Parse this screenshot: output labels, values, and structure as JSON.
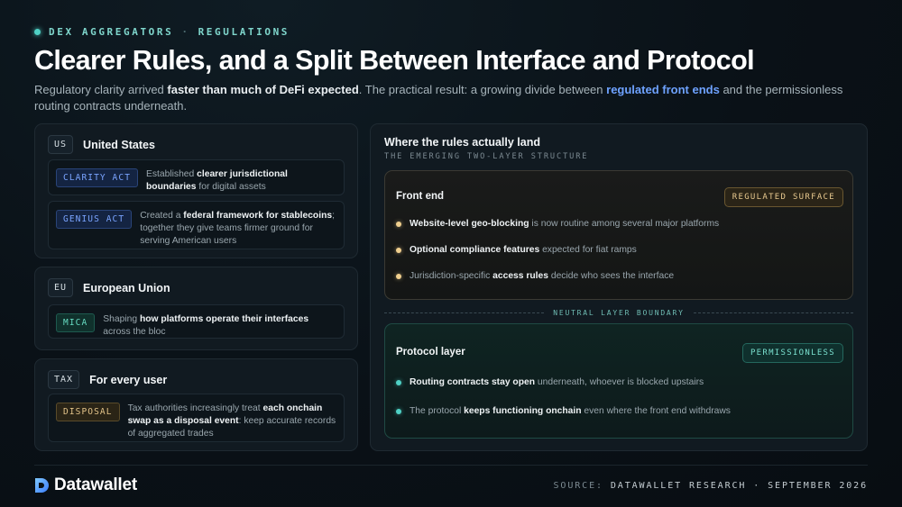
{
  "header": {
    "eyebrow_left": "DEX AGGREGATORS",
    "eyebrow_sep": "·",
    "eyebrow_right": "REGULATIONS",
    "title": "Clearer Rules, and a Split Between Interface and Protocol",
    "subtitle": {
      "p1": "Regulatory clarity arrived ",
      "b1": "faster than much of DeFi expected",
      "p2": ". The practical result: a growing divide between ",
      "hl": "regulated front ends",
      "p3": " and the permissionless routing contracts underneath."
    }
  },
  "regions": [
    {
      "code": "US",
      "name": "United States",
      "items": [
        {
          "tag": "CLARITY ACT",
          "p1": "Established ",
          "b1": "clearer jurisdictional boundaries",
          "p2": " for digital assets"
        },
        {
          "tag": "GENIUS ACT",
          "p1": "Created a ",
          "b1": "federal framework for stablecoins",
          "p2": "; together they give teams firmer ground for serving American users"
        }
      ]
    },
    {
      "code": "EU",
      "name": "European Union",
      "items": [
        {
          "tag": "MICA",
          "p1": "Shaping ",
          "b1": "how platforms operate their interfaces",
          "p2": " across the bloc"
        }
      ]
    },
    {
      "code": "TAX",
      "name": "For every user",
      "items": [
        {
          "tag": "DISPOSAL",
          "p1": "Tax authorities increasingly treat ",
          "b1": "each onchain swap as a disposal event",
          "p2": ": keep accurate records of aggregated trades"
        }
      ]
    }
  ],
  "right": {
    "title": "Where the rules actually land",
    "subtitle": "THE EMERGING TWO-LAYER STRUCTURE",
    "front": {
      "name": "Front end",
      "pill": "REGULATED SURFACE",
      "bullets": [
        {
          "p1": "",
          "b1": "Website-level geo-blocking",
          "p2": " is now routine among several major platforms"
        },
        {
          "p1": "",
          "b1": "Optional compliance features",
          "p2": " expected for fiat ramps"
        },
        {
          "p1": "Jurisdiction-specific ",
          "b1": "access rules",
          "p2": " decide who sees the interface"
        }
      ]
    },
    "boundary": "NEUTRAL LAYER BOUNDARY",
    "protocol": {
      "name": "Protocol layer",
      "pill": "PERMISSIONLESS",
      "bullets": [
        {
          "p1": "",
          "b1": "Routing contracts stay open",
          "p2": " underneath, whoever is blocked upstairs"
        },
        {
          "p1": "The protocol ",
          "b1": "keeps functioning onchain",
          "p2": " even where the front end withdraws"
        }
      ]
    }
  },
  "footer": {
    "logo": "Datawallet",
    "source_label": "SOURCE: ",
    "source_value": "DATAWALLET RESEARCH · SEPTEMBER 2026"
  },
  "colors": {
    "accent_teal": "#4fd1c5",
    "accent_blue": "#6ea2ff",
    "accent_amber": "#f0cf8e",
    "background": "#0a1117"
  }
}
